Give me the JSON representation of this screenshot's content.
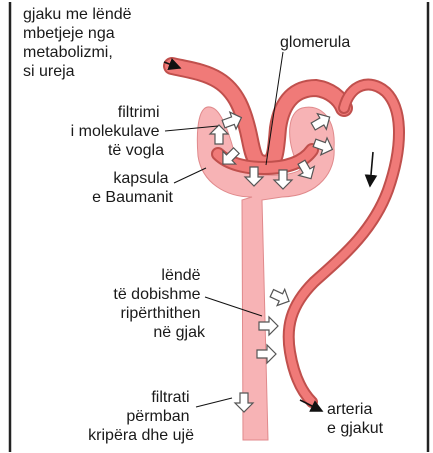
{
  "labels": {
    "blood_in": [
      "gjaku me lëndë",
      "mbetjeje nga",
      "metabolizmi,",
      "si ureja"
    ],
    "glomerulus": [
      "glomerula"
    ],
    "filtration": [
      "filtrimi",
      "i molekulave",
      "të vogla"
    ],
    "capsule": [
      "kapsula",
      "e Baumanit"
    ],
    "reabsorption": [
      "lëndë",
      "të dobishme",
      "ripërthithen",
      "në gjak"
    ],
    "filtrate": [
      "filtrati",
      "përmban",
      "kripëra dhe ujë"
    ],
    "artery_out": [
      "arteria",
      "e gjakut"
    ]
  },
  "colors": {
    "blood_vessel": "#f07a78",
    "vessel_outline": "#c0504d",
    "capsule_tube": "#f7b3b5",
    "arrow_fill": "#ffffff",
    "border": "#222222"
  },
  "icons": {
    "flow_arrow": "white-block-arrow",
    "direction_arrow": "black-line-arrow"
  }
}
